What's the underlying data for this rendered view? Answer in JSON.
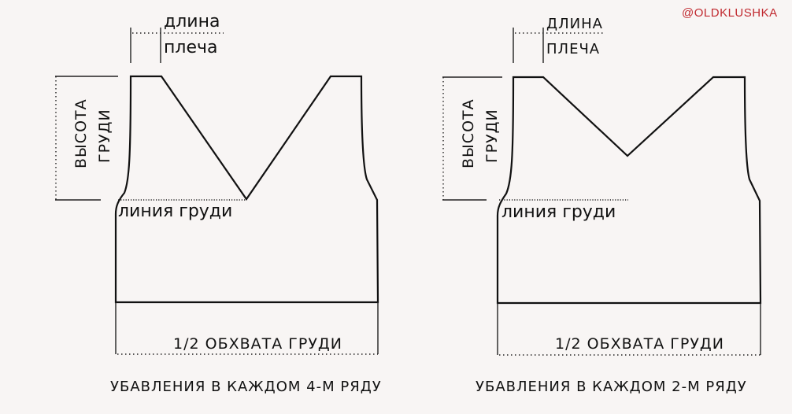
{
  "watermark": {
    "text": "@OLDKLUSHKA",
    "color": "#c0282e"
  },
  "colors": {
    "background": "#f8f5f4",
    "line": "#111111"
  },
  "left_pattern": {
    "shoulder_length_label_top": "длина",
    "shoulder_length_label_bottom": "плеча",
    "chest_height_label_line1": "ВЫСОТА",
    "chest_height_label_line2": "ГРУДИ",
    "chest_line_label": "линия груди",
    "half_chest_label": "1/2 ОБХВАТА ГРУДИ",
    "caption": "УБАВЛЕНИЯ В КАЖДОМ 4-М РЯДУ"
  },
  "right_pattern": {
    "shoulder_length_label_top": "ДЛИНА",
    "shoulder_length_label_bottom": "ПЛЕЧА",
    "chest_height_label_line1": "ВЫСОТА",
    "chest_height_label_line2": "ГРУДИ",
    "chest_line_label": "линия груди",
    "half_chest_label": "1/2 ОБХВАТА ГРУДИ",
    "caption": "УБАВЛЕНИЯ В КАЖДОМ 2-М РЯДУ"
  }
}
